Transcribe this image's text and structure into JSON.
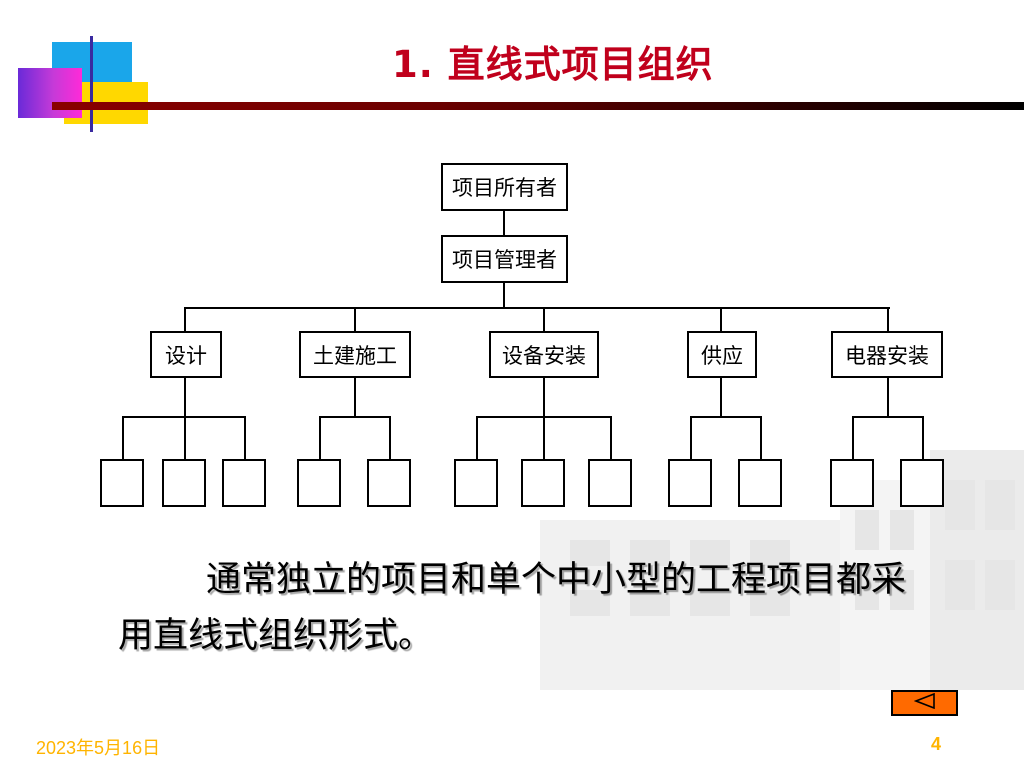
{
  "slide": {
    "title": "1. 直线式项目组织",
    "body": "通常独立的项目和单个中小型的工程项目都采用直线式组织形式。",
    "footer_date": "2023年5月16日",
    "page_number": "4",
    "nav_icon": "back-triangle-icon",
    "colors": {
      "title": "#c0001c",
      "footer": "#ffb400",
      "nav_button": "#ff6a00"
    }
  },
  "org_chart": {
    "owner": "项目所有者",
    "manager": "项目管理者",
    "departments": [
      {
        "label": "设计",
        "sub_units": 3
      },
      {
        "label": "土建施工",
        "sub_units": 2
      },
      {
        "label": "设备安装",
        "sub_units": 3
      },
      {
        "label": "供应",
        "sub_units": 2
      },
      {
        "label": "电器安装",
        "sub_units": 2
      }
    ]
  }
}
